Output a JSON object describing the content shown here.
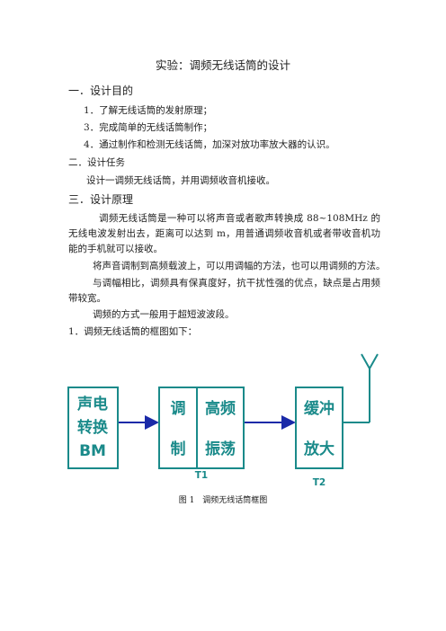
{
  "title": "实验：调频无线话筒的设计",
  "section1": {
    "heading": "一．设计目的",
    "items": [
      "1．了解无线话筒的发射原理；",
      "3．完成简单的无线话筒制作；",
      "4．通过制作和检测无线话筒，加深对放功率放大器的认识。"
    ]
  },
  "section2": {
    "heading": "二．设计任务",
    "text": "设计一调频无线话筒，并用调频收音机接收。"
  },
  "section3": {
    "heading": "三．设计原理",
    "p1": "调频无线话筒是一种可以将声音或者歌声转换成 88~108MHz 的无线电波发射出去，距离可以达到 m，用普通调频收音机或者带收音机功能的手机就可以接收。",
    "p2": "将声音调制到高频载波上，可以用调幅的方法，也可以用调频的方法。",
    "p3": "与调幅相比，调频具有保真度好，抗干扰性强的优点，缺点是占用频带较宽。",
    "p4": "调频的方式一般用于超短波波段。",
    "p5": "1．调频无线话筒的框图如下："
  },
  "diagram": {
    "box1": [
      "声电",
      "转换",
      "BM"
    ],
    "box2a": [
      "调",
      "制"
    ],
    "box2b": [
      "高频",
      "振荡"
    ],
    "box3": [
      "缓冲",
      "放大"
    ],
    "label_t1": "T1",
    "label_t2": "T2",
    "box_color": "#1a8a8a",
    "arrow_color": "#1a2aa8"
  },
  "caption": "图 1　调频无线话筒框图"
}
